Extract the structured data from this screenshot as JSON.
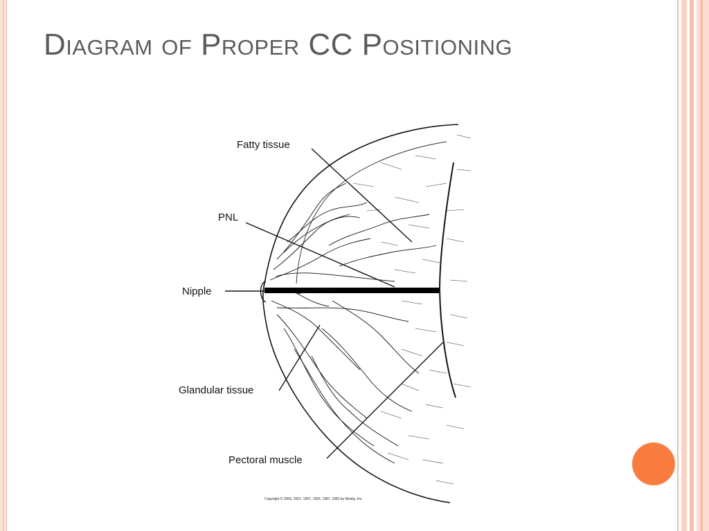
{
  "slide": {
    "title": "Diagram of Proper CC Positioning"
  },
  "diagram": {
    "labels": {
      "fatty_tissue": "Fatty tissue",
      "pnl": "PNL",
      "nipple": "Nipple",
      "glandular_tissue": "Glandular tissue",
      "pectoral_muscle": "Pectoral muscle"
    },
    "copyright": "Copyright © 2005, 2001, 1997, 1993, 1987, 1982 by Mosby, Inc."
  },
  "colors": {
    "title_text": "#5a5a5a",
    "accent_dot": "#f97d3f",
    "border": "#f4b9a2"
  }
}
